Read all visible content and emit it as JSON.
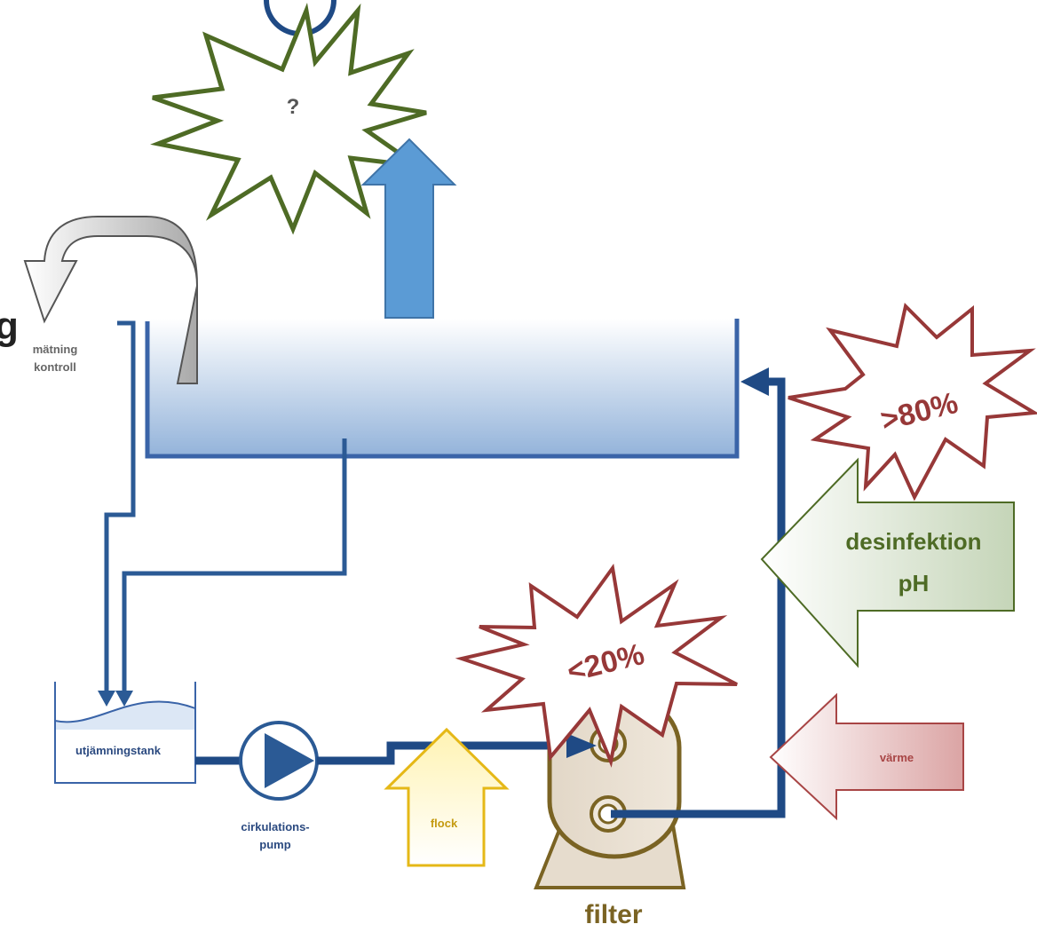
{
  "labels": {
    "question": "?",
    "partial_g": "g",
    "measurement_line1": "mätning",
    "measurement_line2": "kontroll",
    "percent_high": ">80%",
    "disinfection_line1": "desinfektion",
    "disinfection_line2": "pH",
    "percent_low": "<20%",
    "equalization_tank": "utjämningstank",
    "pump_line1": "cirkulations-",
    "pump_line2": "pump",
    "flocculant": "flock",
    "heating": "värme",
    "filter": "filter"
  },
  "colors": {
    "pipe": "#2b5a95",
    "pipe_dark": "#1f4a85",
    "burst_green": "#4e6b25",
    "burst_red": "#973838",
    "arrow_blue": "#5b9bd5",
    "pool_edge": "#3a64a8",
    "flock_yellow": "#e5b817",
    "heat_red": "#a84545",
    "filter_brown": "#7a6323"
  }
}
